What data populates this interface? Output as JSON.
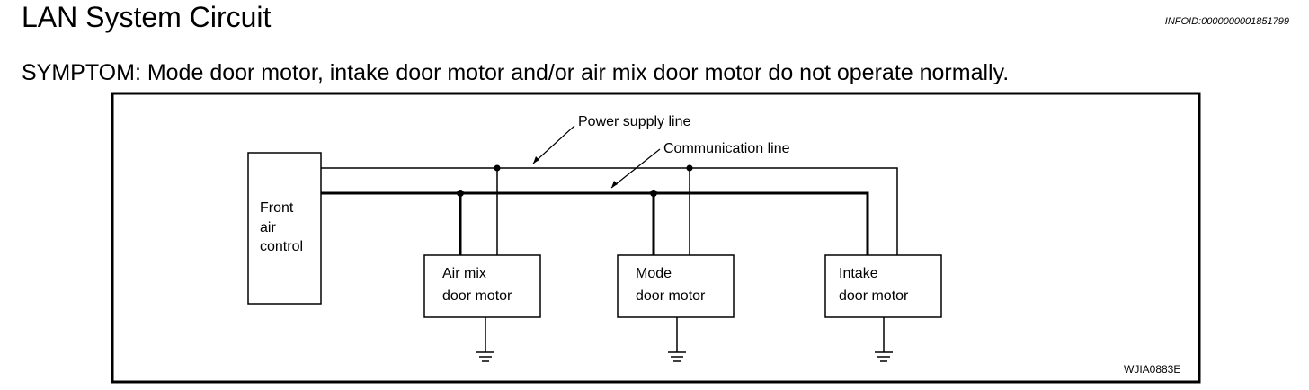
{
  "header": {
    "title": "LAN System Circuit",
    "infoid": "INFOID:0000000001851799"
  },
  "symptom": "SYMPTOM: Mode door motor, intake door motor and/or air mix door motor do not operate normally.",
  "diagram": {
    "callouts": {
      "power_supply_line": "Power supply line",
      "communication_line": "Communication line"
    },
    "controller": {
      "line1": "Front",
      "line2": "air",
      "line3": "control"
    },
    "motors": {
      "air_mix": {
        "line1": "Air mix",
        "line2": "door motor"
      },
      "mode": {
        "line1": "Mode",
        "line2": "door motor"
      },
      "intake": {
        "line1": "Intake",
        "line2": "door motor"
      }
    },
    "figure_code": "WJIA0883E"
  }
}
